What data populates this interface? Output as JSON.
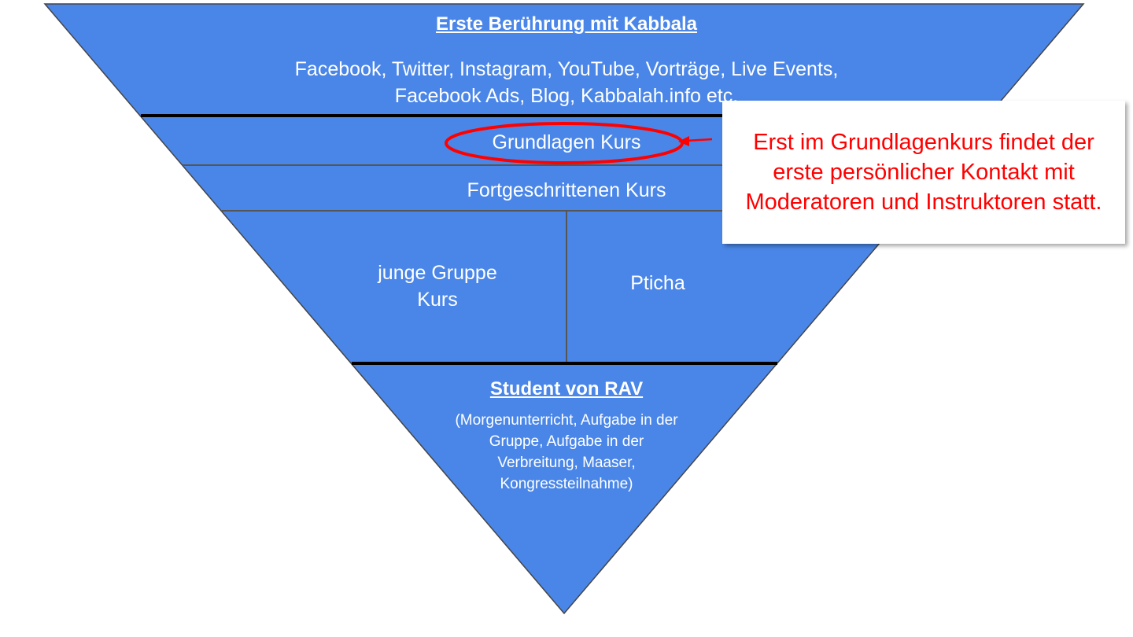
{
  "colors": {
    "fill": "#4a86e8",
    "highlight": "#ff0000",
    "text": "#ffffff"
  },
  "funnel": {
    "level1": {
      "title": "Erste Berührung mit Kabbala",
      "body": "Facebook, Twitter, Instagram, YouTube, Vorträge, Live Events, Facebook Ads, Blog, Kabbalah.info etc."
    },
    "level2": {
      "label": "Grundlagen Kurs"
    },
    "level3": {
      "label": "Fortgeschrittenen Kurs"
    },
    "level4": {
      "left": "junge Gruppe Kurs",
      "right": "Pticha"
    },
    "level5": {
      "title": "Student von RAV",
      "body": "(Morgenunterricht, Aufgabe in der Gruppe, Aufgabe in der Verbreitung, Maaser, Kongressteilnahme)"
    }
  },
  "callout": {
    "text": "Erst im Grundlagenkurs findet der erste persönlicher Kontakt mit Moderatoren und Instruktoren statt."
  }
}
